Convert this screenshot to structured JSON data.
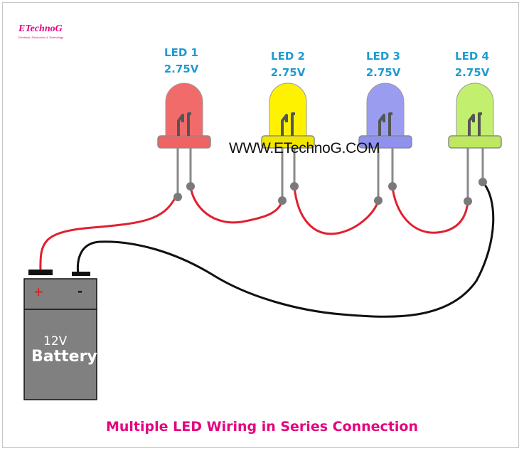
{
  "brand": {
    "logo": "ETechnoG",
    "tagline": "Electrical, Electronics & Technology"
  },
  "website": "WWW.ETechnoG.COM",
  "leds": [
    {
      "name": "LED 1",
      "voltage": "2.75V",
      "color": "#f26b6b",
      "base_color": "#ee6363"
    },
    {
      "name": "LED 2",
      "voltage": "2.75V",
      "color": "#fff200",
      "base_color": "#f2e600"
    },
    {
      "name": "LED 3",
      "voltage": "2.75V",
      "color": "#9a9cf0",
      "base_color": "#8e91ee"
    },
    {
      "name": "LED 4",
      "voltage": "2.75V",
      "color": "#c3ef6e",
      "base_color": "#bde85f"
    }
  ],
  "battery": {
    "positive": "+",
    "negative": "-",
    "voltage": "12V",
    "label": "Battery",
    "color": "#808080"
  },
  "wire_colors": {
    "positive": "#e02030",
    "negative": "#111111"
  },
  "caption": "Multiple LED Wiring in Series Connection",
  "label_color": "#1f9bd1",
  "accent_color": "#e6007e"
}
